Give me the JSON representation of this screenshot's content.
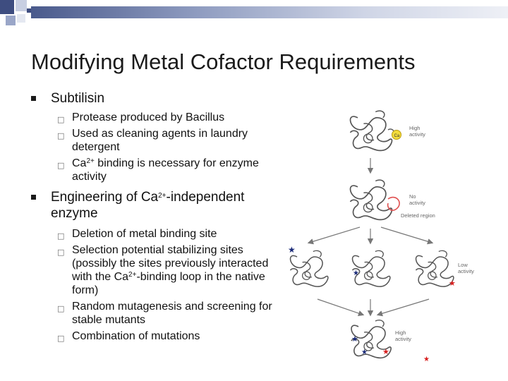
{
  "slide": {
    "title": "Modifying Metal Cofactor Requirements",
    "bullets": [
      {
        "text": "Subtilisin",
        "sub": [
          {
            "pre": "Protease produced by Bacillus",
            "sup": "",
            "post": ""
          },
          {
            "pre": "Used as cleaning agents in laundry detergent",
            "sup": "",
            "post": ""
          },
          {
            "pre": "Ca",
            "sup": "2+",
            "post": " binding is necessary for enzyme activity"
          }
        ]
      },
      {
        "pre": "Engineering of Ca",
        "sup": "2+",
        "post": "-independent enzyme",
        "sub": [
          {
            "pre": "Deletion of metal binding site",
            "sup": "",
            "post": ""
          },
          {
            "pre": "Selection potential stabilizing sites (possibly the sites previously interacted with the Ca",
            "sup": "2+",
            "post": "-binding loop in the native form)"
          },
          {
            "pre": "Random mutagenesis and screening for stable mutants",
            "sup": "",
            "post": ""
          },
          {
            "pre": "Combination of mutations",
            "sup": "",
            "post": ""
          }
        ]
      }
    ]
  },
  "figure": {
    "labels": {
      "high_activity_top_1": "High",
      "high_activity_top_2": "activity",
      "ca": "Ca",
      "no_activity_1": "No",
      "no_activity_2": "activity",
      "deleted_region": "Deleted region",
      "low_activity_1": "Low",
      "low_activity_2": "activity",
      "high_activity_bottom_1": "High",
      "high_activity_bottom_2": "activity"
    },
    "colors": {
      "protein": "#555555",
      "calcium": "#f3dc3c",
      "deleted_loop": "#e05050",
      "star_blue": "#1a2a78",
      "star_red": "#d82020",
      "arrow": "#8a8a8a"
    }
  },
  "theme": {
    "band_dark": "#4a5a8c",
    "corner_squares": [
      "#3e4d80",
      "#9aa6c8",
      "#c8cfe2",
      "#e4e8f1"
    ]
  }
}
